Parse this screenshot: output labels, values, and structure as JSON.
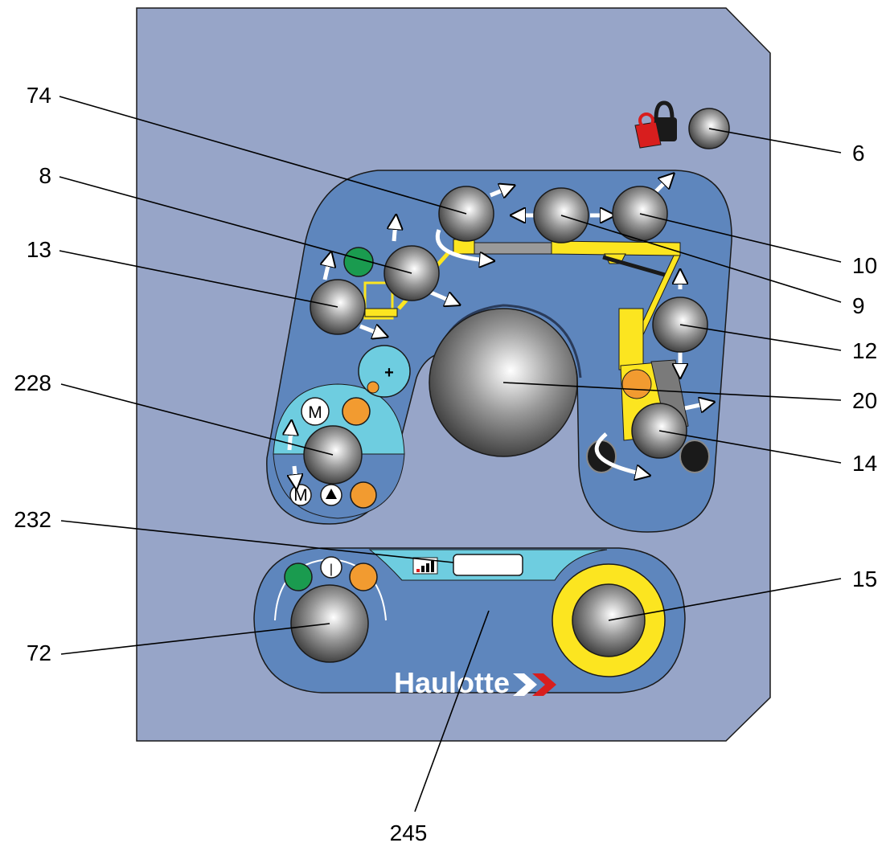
{
  "brand": {
    "name": "Haulotte"
  },
  "panel": {
    "background_color": "#97a5c8",
    "section_color": "#5e86bd",
    "highlight_color": "#6ecde0",
    "yellow": "#fce520"
  },
  "indicators": {
    "mode_letter": "M",
    "power_symbol": "|"
  },
  "callouts": [
    {
      "label": "74"
    },
    {
      "label": "8"
    },
    {
      "label": "13"
    },
    {
      "label": "228"
    },
    {
      "label": "232"
    },
    {
      "label": "72"
    },
    {
      "label": "6"
    },
    {
      "label": "10"
    },
    {
      "label": "9"
    },
    {
      "label": "12"
    },
    {
      "label": "20"
    },
    {
      "label": "14"
    },
    {
      "label": "15"
    },
    {
      "label": "245"
    }
  ]
}
